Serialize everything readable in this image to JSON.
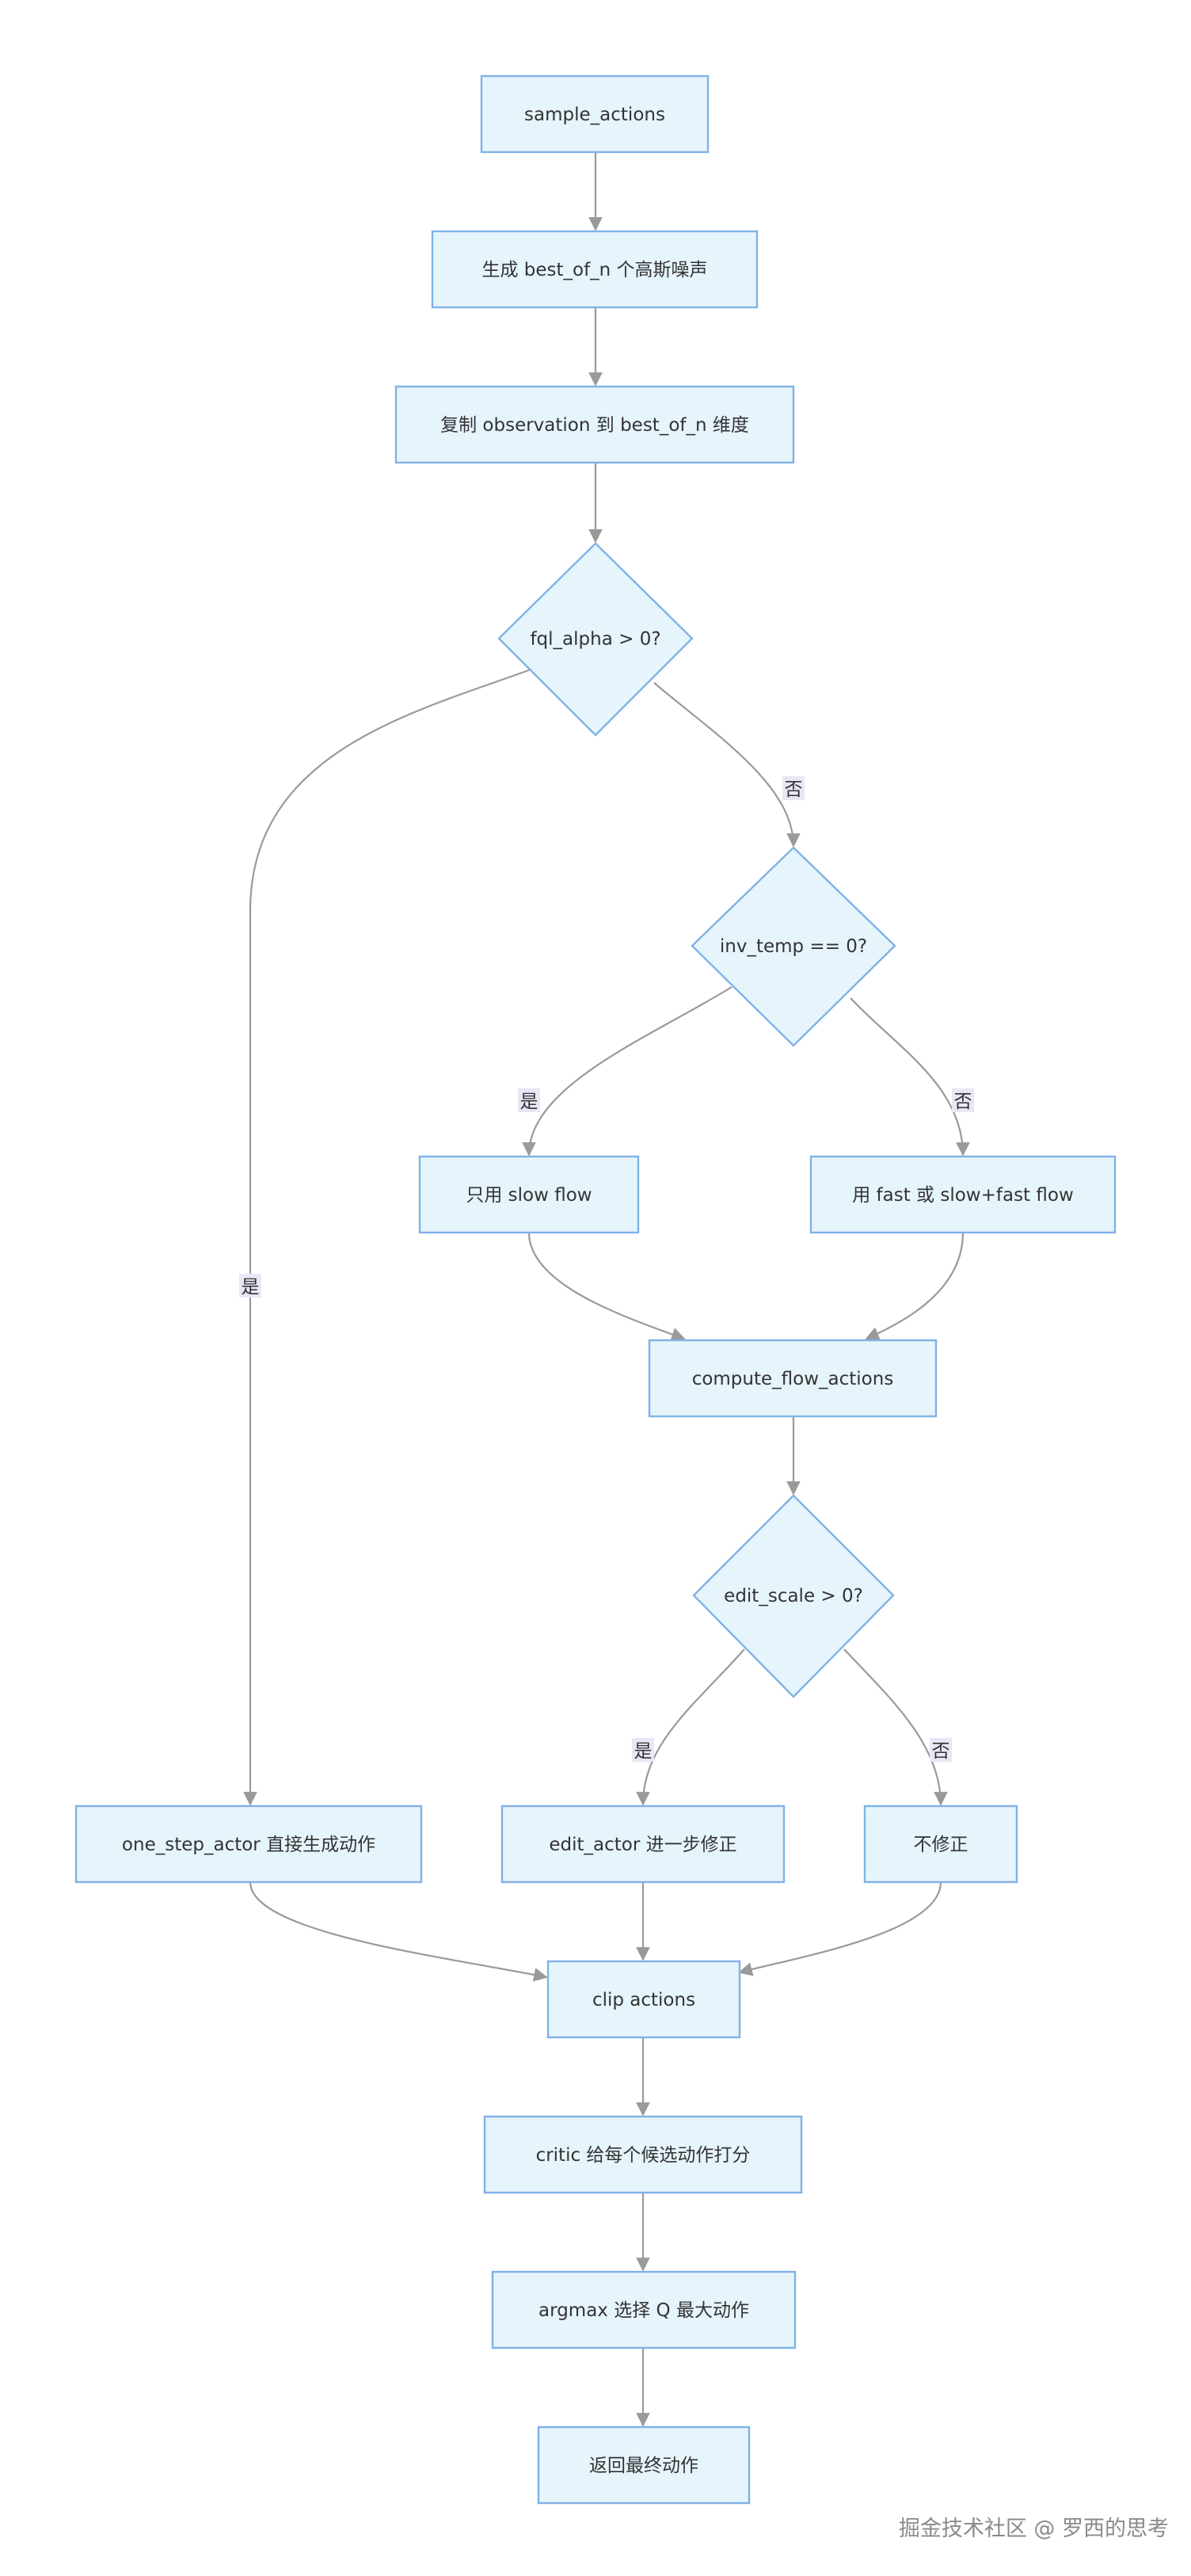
{
  "nodes": {
    "sample_actions": "sample_actions",
    "gen_noise": "生成 best_of_n 个高斯噪声",
    "copy_obs": "复制 observation 到 best_of_n 维度",
    "fql_alpha": "fql_alpha > 0?",
    "inv_temp": "inv_temp == 0?",
    "slow_flow": "只用 slow flow",
    "fast_flow": "用 fast 或 slow+fast flow",
    "compute_flow": "compute_flow_actions",
    "edit_scale": "edit_scale > 0?",
    "one_step": "one_step_actor 直接生成动作",
    "edit_actor": "edit_actor 进一步修正",
    "no_fix": "不修正",
    "clip": "clip actions",
    "critic": "critic 给每个候选动作打分",
    "argmax": "argmax 选择 Q 最大动作",
    "return": "返回最终动作"
  },
  "edge_labels": {
    "yes": "是",
    "no": "否"
  },
  "watermark": "掘金技术社区 @ 罗西的思考"
}
